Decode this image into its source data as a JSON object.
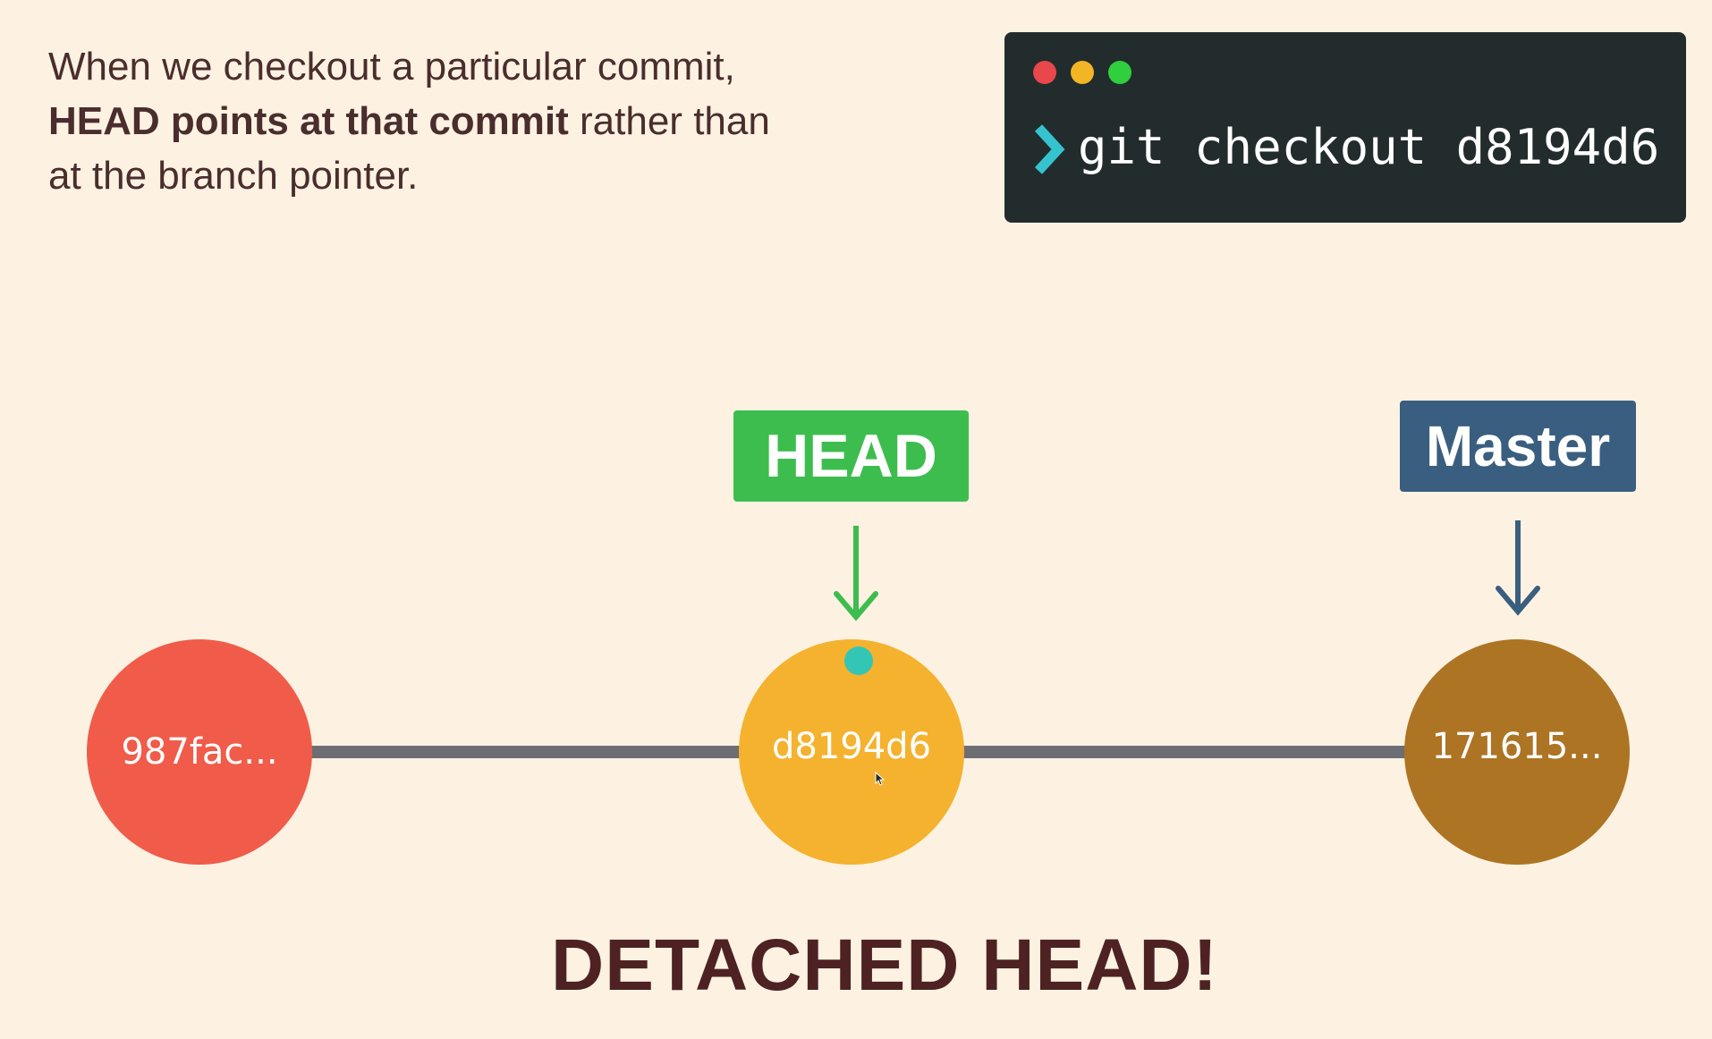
{
  "intro": {
    "line1": "When we checkout a particular commit,",
    "bold": "HEAD points at that commit",
    "rest": " rather than",
    "line3": "at the branch pointer."
  },
  "terminal": {
    "prompt_icon": "chevron-right-icon",
    "command": "git checkout d8194d6",
    "dot_colors": [
      "#e8474b",
      "#f3b524",
      "#2fcf3e"
    ]
  },
  "commits": [
    {
      "hash": "987fac...",
      "color": "#f05c49"
    },
    {
      "hash": "d8194d6",
      "color": "#f4b22f"
    },
    {
      "hash": "171615...",
      "color": "#ad7424"
    }
  ],
  "pointers": {
    "head": {
      "label": "HEAD",
      "color": "#3ebd4f"
    },
    "master": {
      "label": "Master",
      "color": "#3a5e7f"
    }
  },
  "edge_color": "#6c6e73",
  "indicator_color": "#34c6b5",
  "banner": "DETACHED HEAD!"
}
